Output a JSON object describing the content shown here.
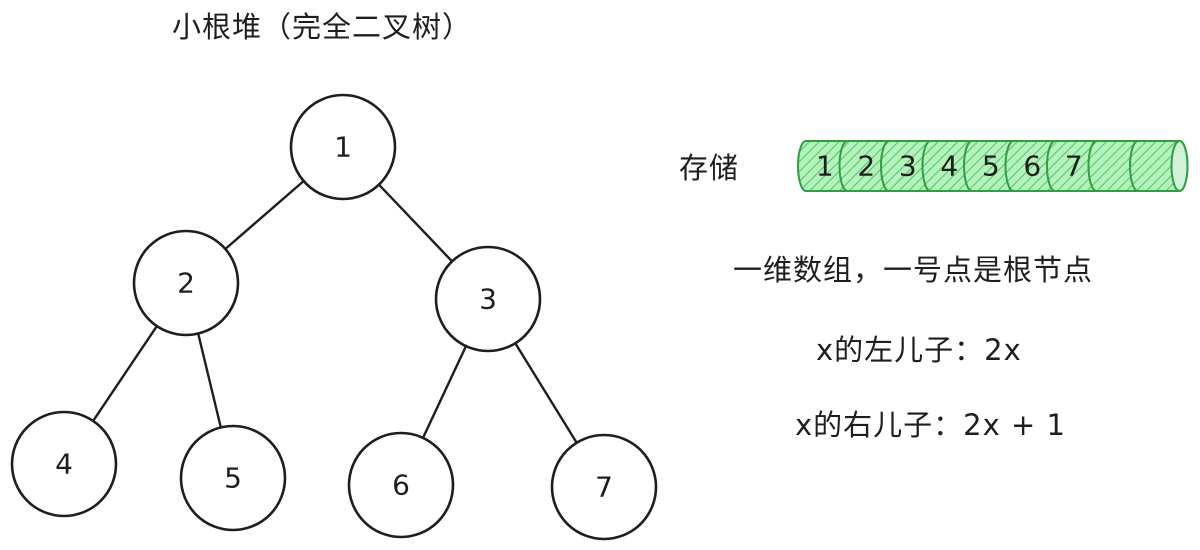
{
  "title": "小根堆（完全二叉树）",
  "tree": {
    "nodes": [
      {
        "id": "n1",
        "label": "1"
      },
      {
        "id": "n2",
        "label": "2"
      },
      {
        "id": "n3",
        "label": "3"
      },
      {
        "id": "n4",
        "label": "4"
      },
      {
        "id": "n5",
        "label": "5"
      },
      {
        "id": "n6",
        "label": "6"
      },
      {
        "id": "n7",
        "label": "7"
      }
    ],
    "edges": [
      [
        "n1",
        "n2"
      ],
      [
        "n1",
        "n3"
      ],
      [
        "n2",
        "n4"
      ],
      [
        "n2",
        "n5"
      ],
      [
        "n3",
        "n6"
      ],
      [
        "n3",
        "n7"
      ]
    ]
  },
  "storage": {
    "label": "存储",
    "cells": [
      "1",
      "2",
      "3",
      "4",
      "5",
      "6",
      "7",
      "",
      ""
    ],
    "color": "#2f9e44"
  },
  "notes": {
    "array": "一维数组，一号点是根节点",
    "left_child": "x的左儿子：2x",
    "right_child": "x的右儿子：2x + 1"
  }
}
